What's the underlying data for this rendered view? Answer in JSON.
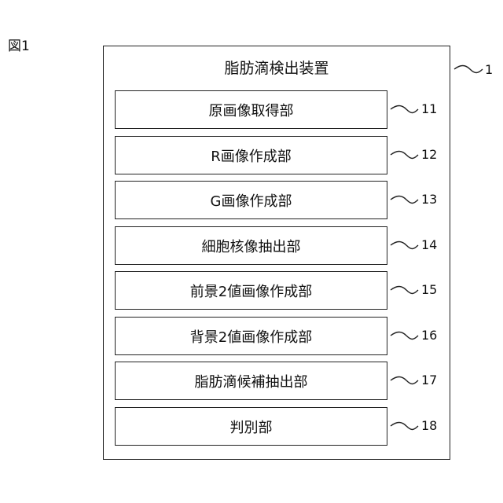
{
  "figure_label": "図1",
  "device": {
    "title": "脂肪滴検出装置",
    "ref": "1"
  },
  "units": [
    {
      "label": "原画像取得部",
      "ref": "11"
    },
    {
      "label": "R画像作成部",
      "ref": "12"
    },
    {
      "label": "G画像作成部",
      "ref": "13"
    },
    {
      "label": "細胞核像抽出部",
      "ref": "14"
    },
    {
      "label": "前景2値画像作成部",
      "ref": "15"
    },
    {
      "label": "背景2値画像作成部",
      "ref": "16"
    },
    {
      "label": "脂肪滴候補抽出部",
      "ref": "17"
    },
    {
      "label": "判別部",
      "ref": "18"
    }
  ]
}
